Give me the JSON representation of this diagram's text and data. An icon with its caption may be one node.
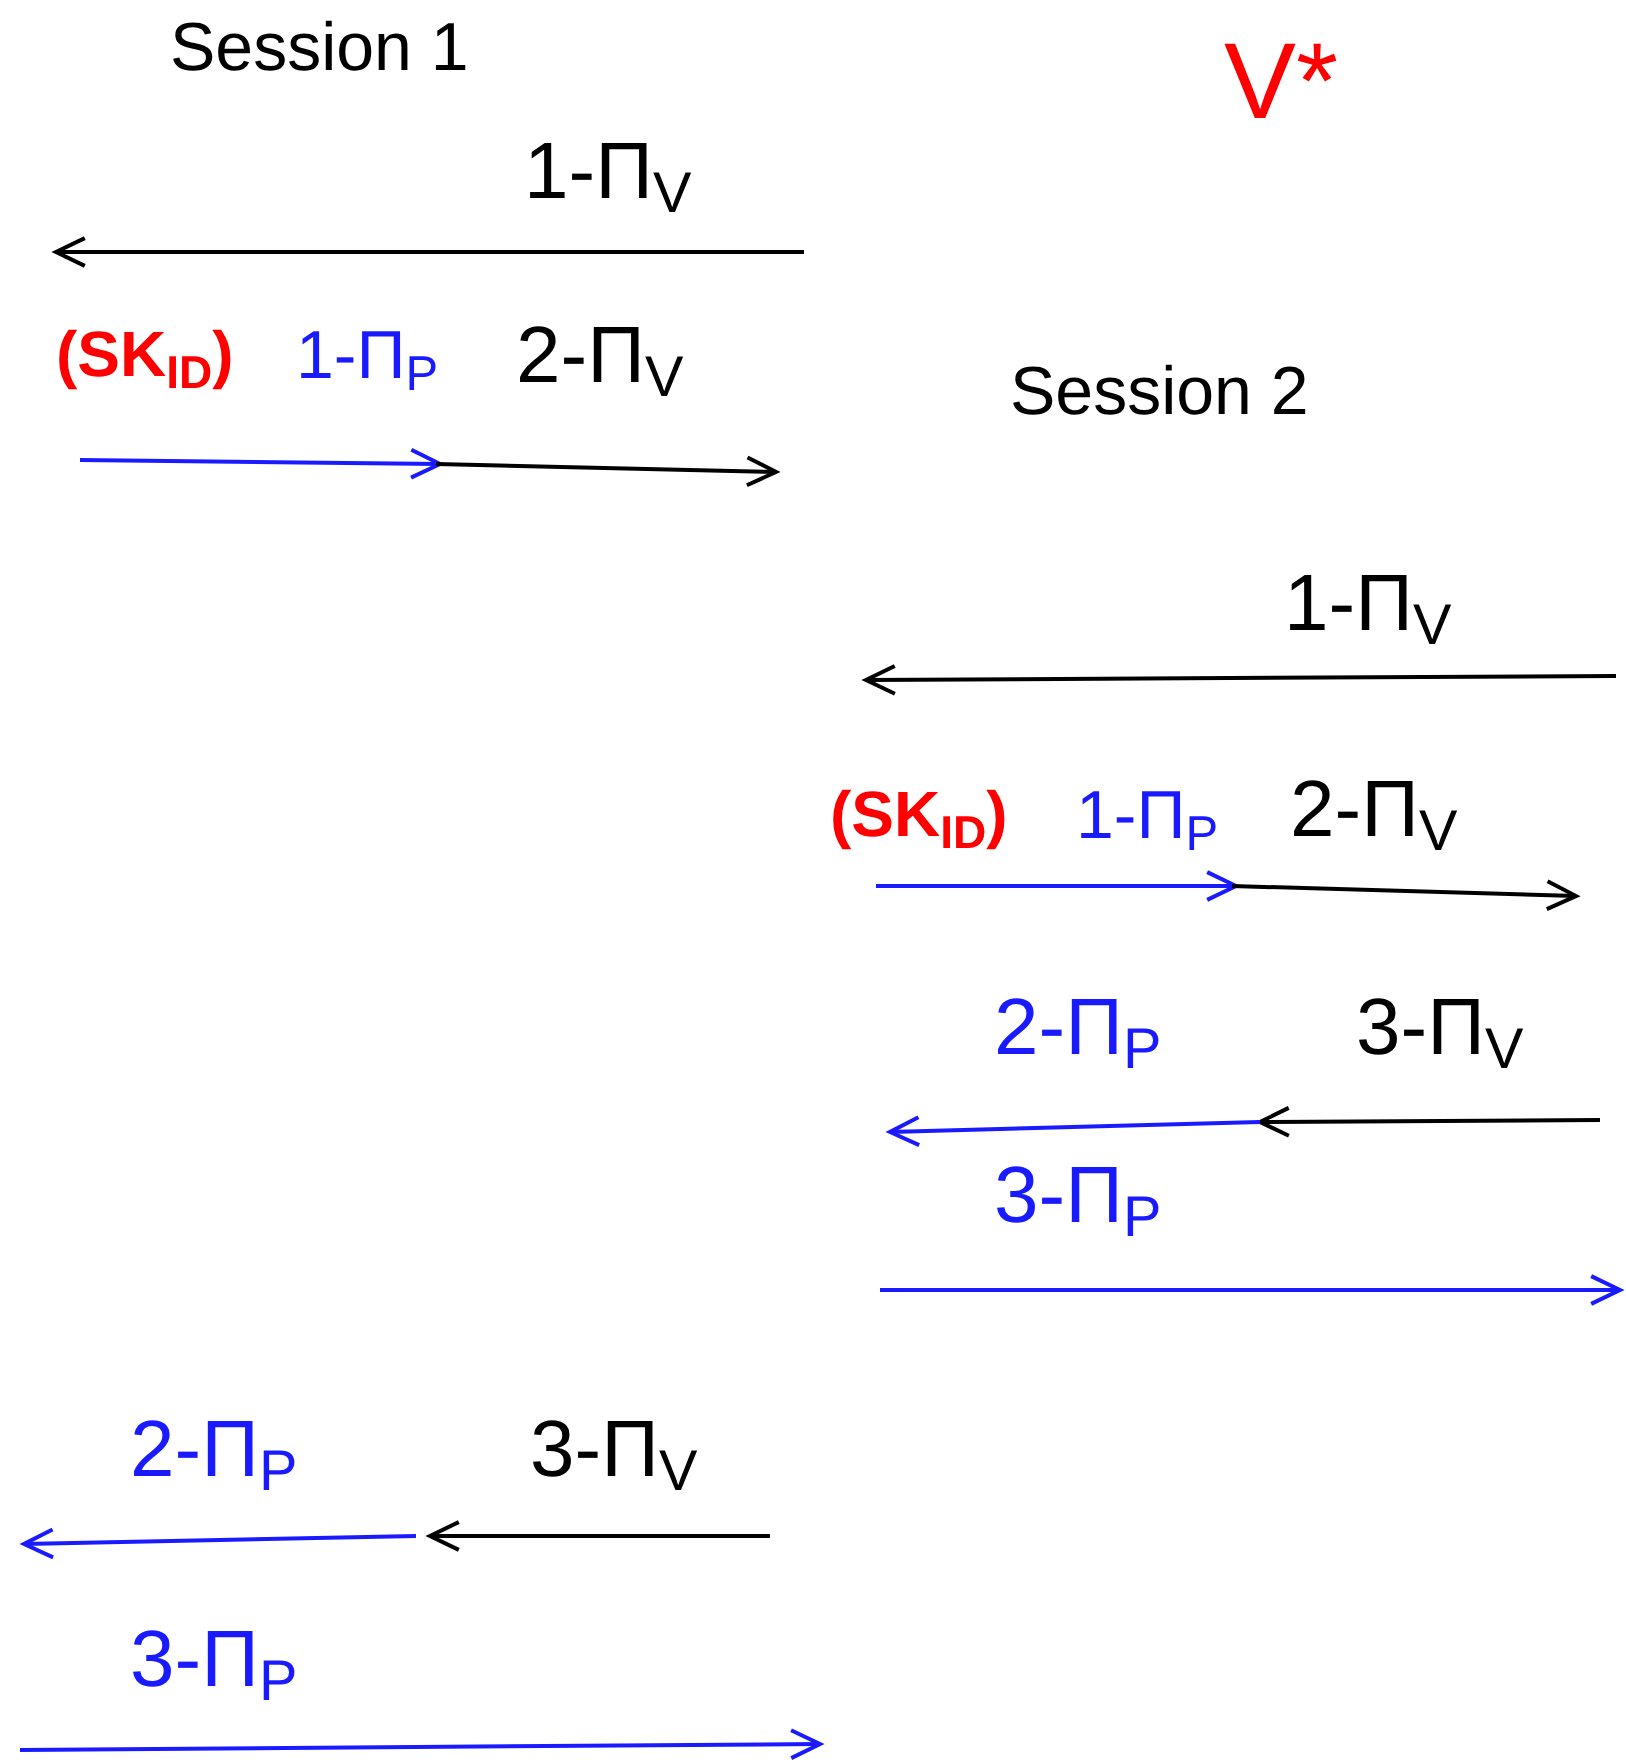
{
  "diagram": {
    "labels": [
      "Session 1",
      "V*",
      "1-Π$_{V}$",
      "(SK$_{ID}$)",
      "1-Π$_{P}$",
      "2-Π$_{V}$",
      "Session 2",
      "1-Π$_{V}$",
      "(SK$_{ID}$)",
      "1-Π$_{P}$",
      "2-Π$_{V}$",
      "2-Π$_{P}$",
      "3-Π$_{V}$",
      "3-Π$_{P}$",
      "2-Π$_{P}$",
      "3-Π$_{V}$",
      "3-Π$_{P}$"
    ]
  }
}
